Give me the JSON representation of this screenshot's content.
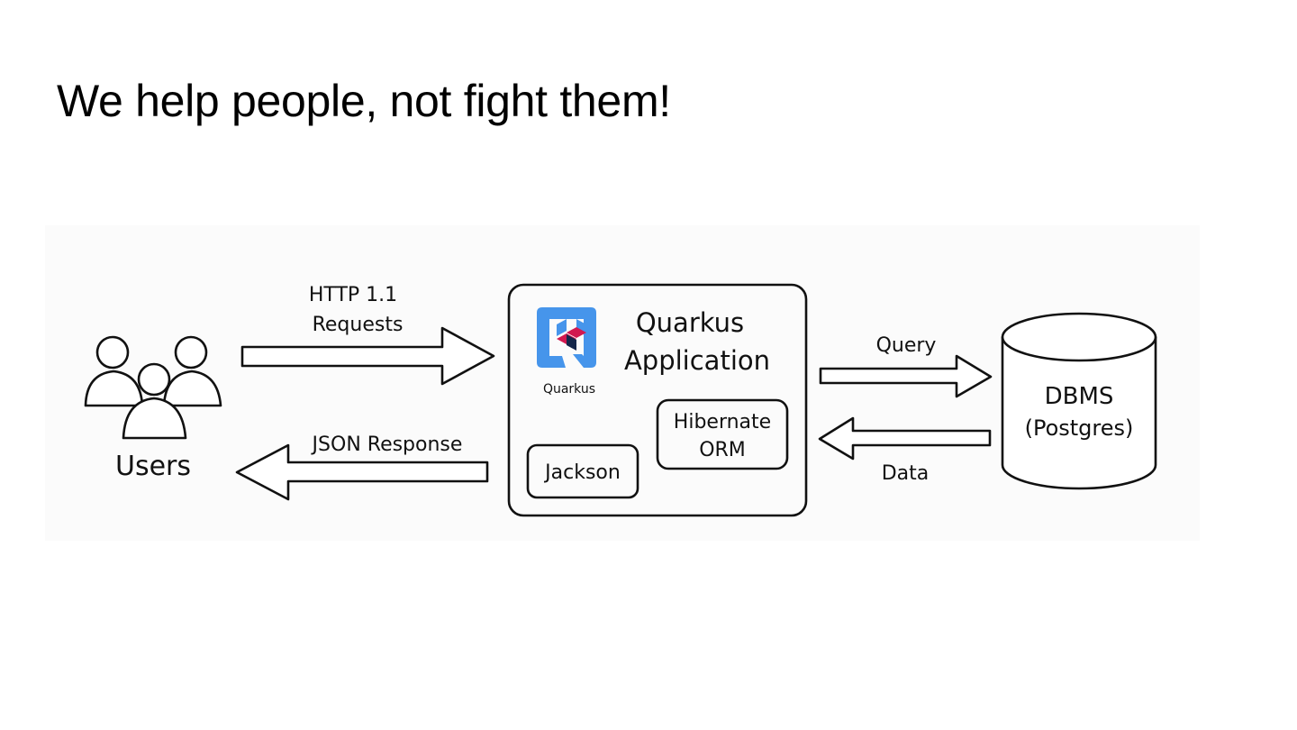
{
  "slide": {
    "title": "We help people, not fight them!"
  },
  "diagram": {
    "users": {
      "label": "Users"
    },
    "request_arrow": {
      "line1": "HTTP 1.1",
      "line2": "Requests"
    },
    "response_arrow": {
      "label": "JSON Response"
    },
    "app": {
      "title_line1": "Quarkus",
      "title_line2": "Application",
      "logo_caption": "Quarkus",
      "components": {
        "hibernate_line1": "Hibernate",
        "hibernate_line2": "ORM",
        "jackson": "Jackson"
      }
    },
    "query_arrow": {
      "label": "Query"
    },
    "data_arrow": {
      "label": "Data"
    },
    "database": {
      "line1": "DBMS",
      "line2": "(Postgres)"
    }
  },
  "colors": {
    "logo_blue": "#4695eb",
    "logo_red": "#d2184f",
    "logo_navy": "#14264a"
  }
}
